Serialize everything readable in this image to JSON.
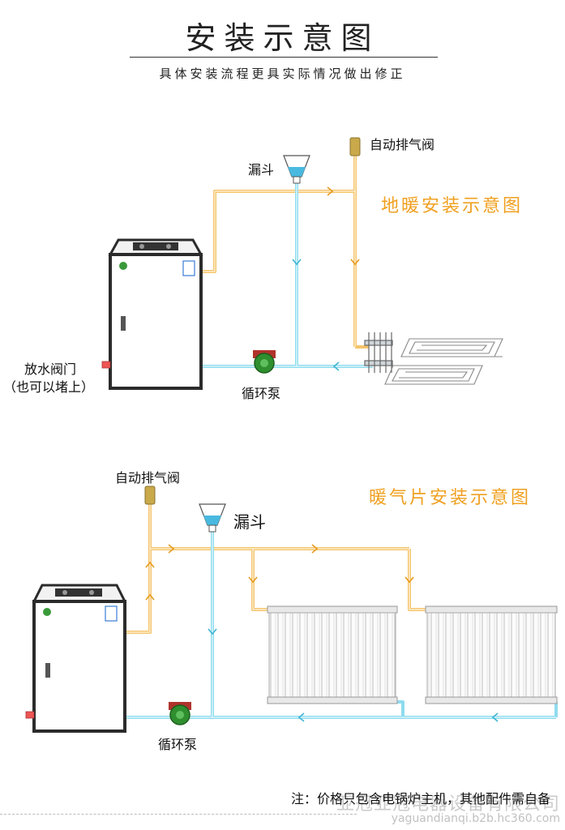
{
  "header": {
    "title": "安装示意图",
    "subtitle": "具体安装流程更具实际情况做出修正"
  },
  "floor_diagram": {
    "heading": "地暖安装示意图",
    "air_valve_label": "自动排气阀",
    "funnel_label": "漏斗",
    "drain_valve_label_1": "放水阀门",
    "drain_valve_label_2": "（也可以堵上）",
    "pump_label": "循环泵"
  },
  "radiator_diagram": {
    "heading": "暖气片安装示意图",
    "air_valve_label": "自动排气阀",
    "funnel_label": "漏斗",
    "pump_label": "循环泵"
  },
  "footer": {
    "note": "注：价格只包含电锅炉主机，其他配件需自备",
    "watermark_line1": "亚冠亚冠电器设备有限公司",
    "watermark_line2": "yaguandianqi.b2b.hc360.com"
  },
  "colors": {
    "supply_pipe": "#f5c46a",
    "return_pipe": "#8fdcef",
    "boiler_frame": "#2b2b2b",
    "pump_green": "#2f8f2f",
    "heading_orange": "#f0a020"
  }
}
